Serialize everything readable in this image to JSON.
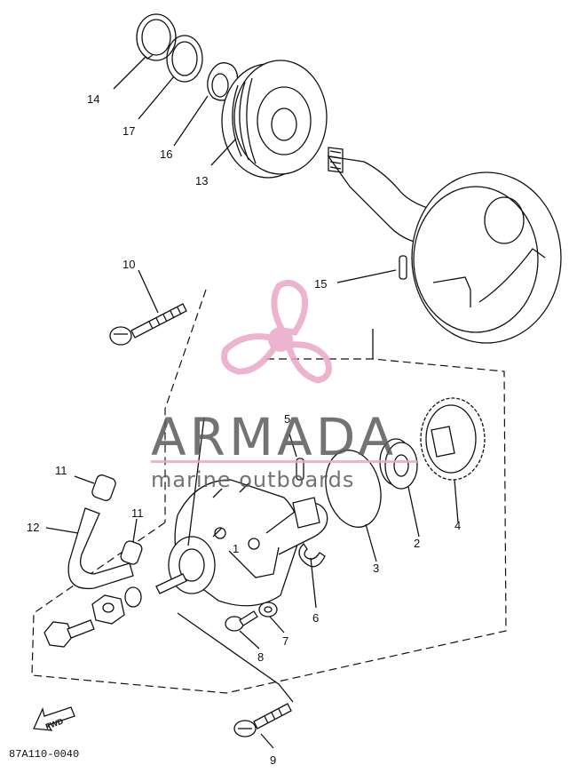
{
  "diagram": {
    "code": "87A110-0040",
    "fwd_label": "FWD"
  },
  "watermark": {
    "brand": "ARMADA",
    "tagline": "marine outboards",
    "color": "#e9a8c6",
    "text_color": "#5b5b5b"
  },
  "callouts": [
    "1",
    "2",
    "3",
    "4",
    "5",
    "6",
    "7",
    "8",
    "9",
    "10",
    "11",
    "11",
    "12",
    "13",
    "14",
    "15",
    "16",
    "17"
  ]
}
